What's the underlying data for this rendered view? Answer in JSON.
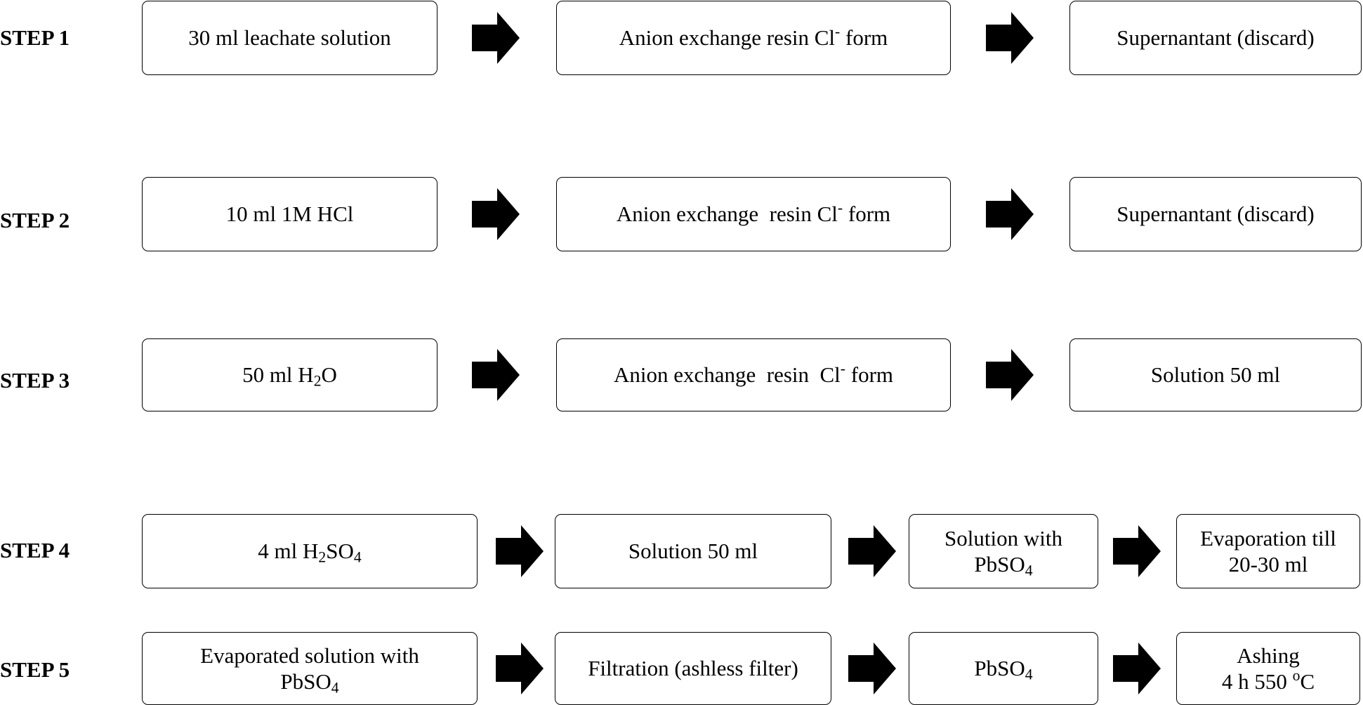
{
  "steps": [
    {
      "label": "STEP 1",
      "boxes": [
        {
          "lines": [
            {
              "parts": [
                {
                  "t": "30 ml leachate solution"
                }
              ]
            }
          ]
        },
        {
          "lines": [
            {
              "parts": [
                {
                  "t": "Anion exchange resin Cl"
                },
                {
                  "sup": "-"
                },
                {
                  "t": " form"
                }
              ]
            }
          ]
        },
        {
          "lines": [
            {
              "parts": [
                {
                  "t": "Supernantant (discard)"
                }
              ]
            }
          ]
        }
      ]
    },
    {
      "label": "STEP 2",
      "boxes": [
        {
          "lines": [
            {
              "parts": [
                {
                  "t": "10 ml 1M HCl"
                }
              ]
            }
          ]
        },
        {
          "lines": [
            {
              "parts": [
                {
                  "t": "Anion exchange  resin Cl"
                },
                {
                  "sup": "-"
                },
                {
                  "t": " form"
                }
              ]
            }
          ]
        },
        {
          "lines": [
            {
              "parts": [
                {
                  "t": "Supernantant (discard)"
                }
              ]
            }
          ]
        }
      ]
    },
    {
      "label": "STEP 3",
      "boxes": [
        {
          "lines": [
            {
              "parts": [
                {
                  "t": "50 ml H"
                },
                {
                  "sub": "2"
                },
                {
                  "t": "O"
                }
              ]
            }
          ]
        },
        {
          "lines": [
            {
              "parts": [
                {
                  "t": "Anion exchange  resin  Cl"
                },
                {
                  "sup": "-"
                },
                {
                  "t": " form"
                }
              ]
            }
          ]
        },
        {
          "lines": [
            {
              "parts": [
                {
                  "t": "Solution 50 ml"
                }
              ]
            }
          ]
        }
      ]
    },
    {
      "label": "STEP 4",
      "boxes": [
        {
          "lines": [
            {
              "parts": [
                {
                  "t": "4 ml H"
                },
                {
                  "sub": "2"
                },
                {
                  "t": "SO"
                },
                {
                  "sub": "4"
                }
              ]
            }
          ]
        },
        {
          "lines": [
            {
              "parts": [
                {
                  "t": "Solution 50 ml"
                }
              ]
            }
          ]
        },
        {
          "lines": [
            {
              "parts": [
                {
                  "t": "Solution with"
                }
              ]
            },
            {
              "parts": [
                {
                  "t": "PbSO"
                },
                {
                  "sub": "4"
                }
              ]
            }
          ]
        },
        {
          "lines": [
            {
              "parts": [
                {
                  "t": "Evaporation till"
                }
              ]
            },
            {
              "parts": [
                {
                  "t": "20-30 ml"
                }
              ]
            }
          ]
        }
      ]
    },
    {
      "label": "STEP 5",
      "boxes": [
        {
          "lines": [
            {
              "parts": [
                {
                  "t": "Evaporated solution with"
                }
              ]
            },
            {
              "parts": [
                {
                  "t": "PbSO"
                },
                {
                  "sub": "4"
                }
              ]
            }
          ]
        },
        {
          "lines": [
            {
              "parts": [
                {
                  "t": "Filtration (ashless filter)"
                }
              ]
            }
          ]
        },
        {
          "lines": [
            {
              "parts": [
                {
                  "t": "PbSO"
                },
                {
                  "sub": "4"
                }
              ]
            }
          ]
        },
        {
          "lines": [
            {
              "parts": [
                {
                  "t": "Ashing"
                }
              ]
            },
            {
              "parts": [
                {
                  "t": "4 h 550 "
                },
                {
                  "sup": "o"
                },
                {
                  "t": "C"
                }
              ]
            }
          ]
        }
      ]
    }
  ]
}
